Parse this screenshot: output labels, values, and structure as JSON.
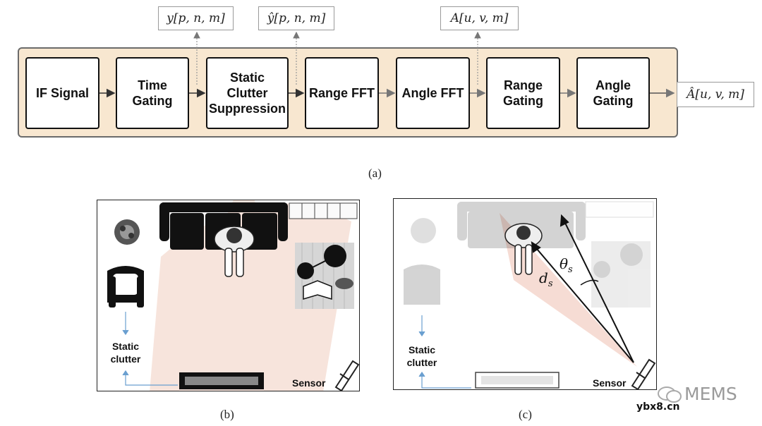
{
  "pipeline": {
    "blocks": [
      {
        "label": "IF Signal"
      },
      {
        "label": "Time Gating"
      },
      {
        "label": "Static Clutter Suppression"
      },
      {
        "label": "Range FFT"
      },
      {
        "label": "Angle FFT"
      },
      {
        "label": "Range Gating"
      },
      {
        "label": "Angle Gating"
      }
    ],
    "signals": {
      "after_time_gating": "y[p, n, m]",
      "after_clutter": "ŷ[p, n, m]",
      "after_angle_fft": "A[u, v, m]",
      "output": "Â[u, v, m]"
    }
  },
  "captions": {
    "a": "(a)",
    "b": "(b)",
    "c": "(c)"
  },
  "scene": {
    "static_clutter": "Static clutter",
    "sensor": "Sensor",
    "theta": "θ",
    "theta_sub": "s",
    "distance": "d",
    "distance_sub": "s"
  },
  "watermark": {
    "brand": "MEMS",
    "site": "ybx8.cn"
  },
  "colors": {
    "pipeline_bg": "#f8e7d0",
    "fov": "#f7e4dc",
    "arrow_blue": "#6a9fd0"
  }
}
